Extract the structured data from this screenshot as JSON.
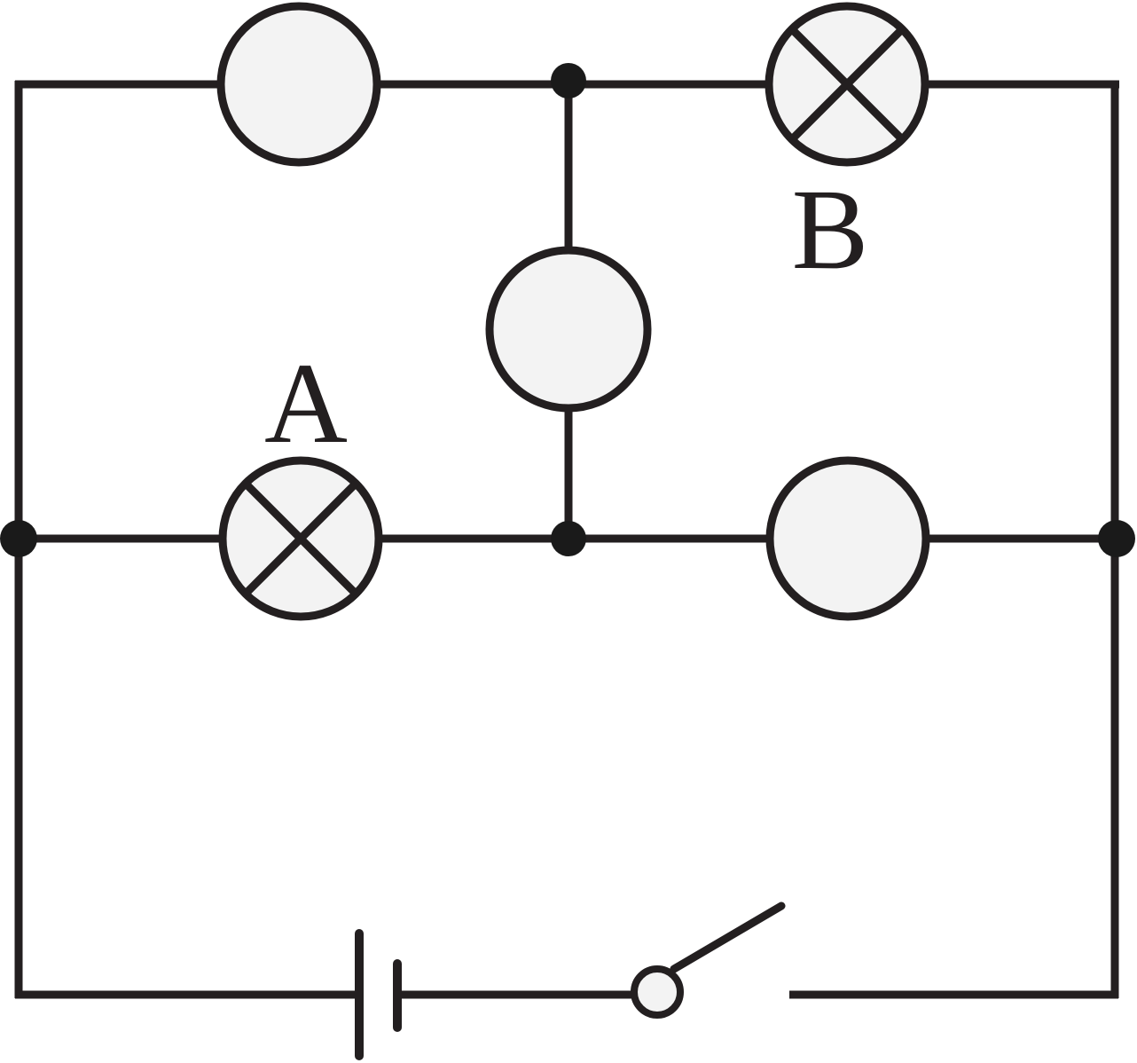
{
  "diagram": {
    "type": "circuit",
    "labels": {
      "lamp_a": "A",
      "lamp_b": "B"
    },
    "components": [
      {
        "id": "element-top-left",
        "kind": "resistor-circle"
      },
      {
        "id": "lamp-b",
        "kind": "lamp",
        "label": "B"
      },
      {
        "id": "element-middle",
        "kind": "resistor-circle"
      },
      {
        "id": "lamp-a",
        "kind": "lamp",
        "label": "A"
      },
      {
        "id": "element-bottom-right",
        "kind": "resistor-circle"
      },
      {
        "id": "battery",
        "kind": "cell"
      },
      {
        "id": "switch",
        "kind": "switch",
        "state": "open"
      }
    ],
    "colors": {
      "stroke": "#231f20",
      "element_fill": "#f3f3f3",
      "background": "#ffffff"
    }
  }
}
